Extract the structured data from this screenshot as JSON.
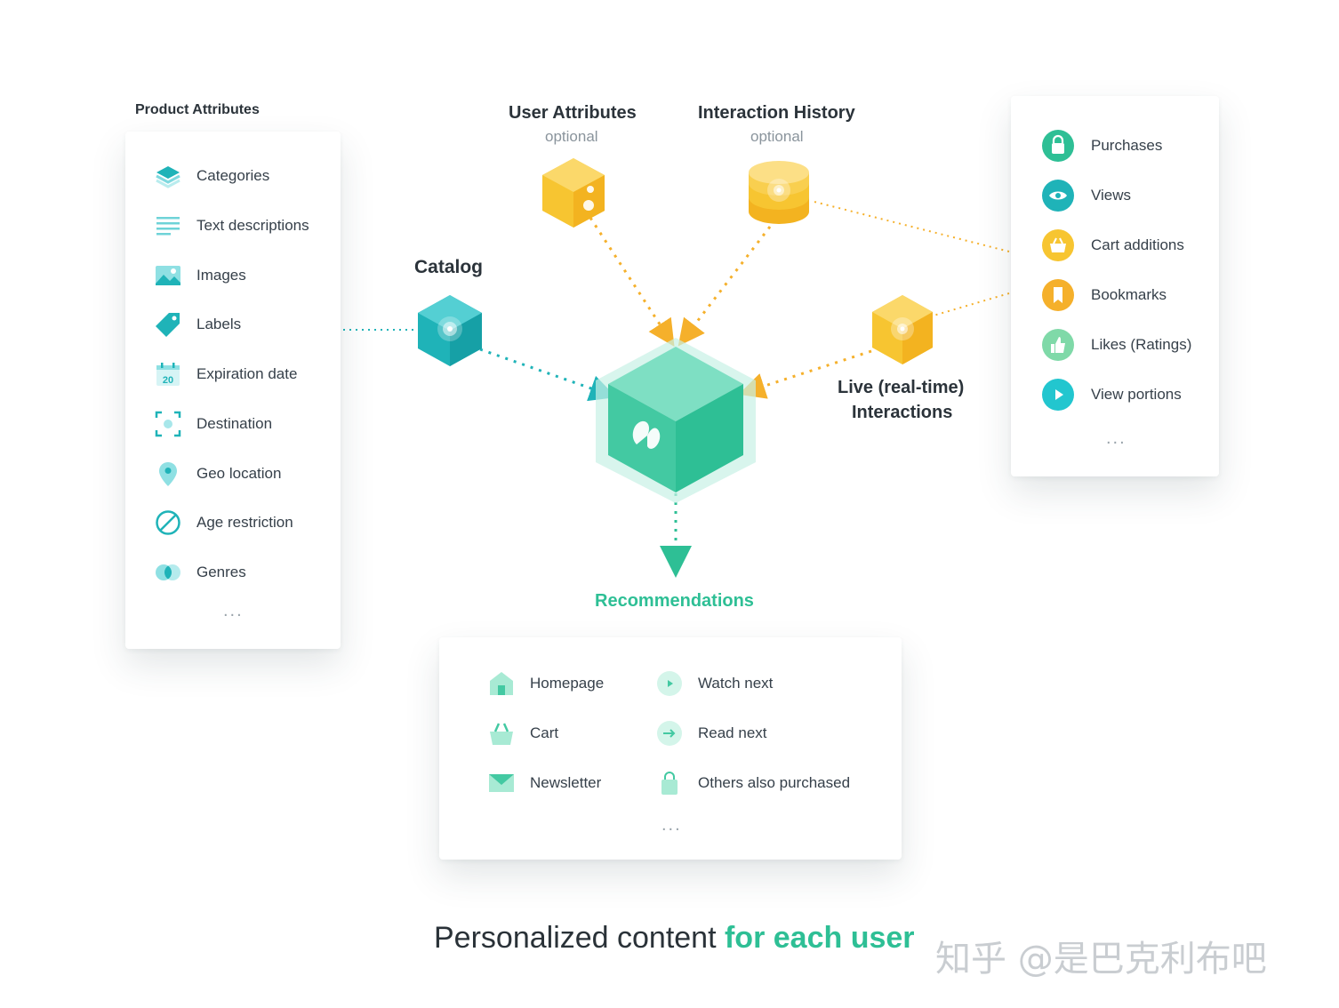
{
  "product_attributes": {
    "title": "Product Attributes",
    "items": [
      {
        "label": "Categories",
        "icon": "layers-icon"
      },
      {
        "label": "Text descriptions",
        "icon": "text-lines-icon"
      },
      {
        "label": "Images",
        "icon": "image-icon"
      },
      {
        "label": "Labels",
        "icon": "tag-icon"
      },
      {
        "label": "Expiration date",
        "icon": "calendar-icon",
        "badge": "20"
      },
      {
        "label": "Destination",
        "icon": "focus-target-icon"
      },
      {
        "label": "Geo location",
        "icon": "map-pin-icon"
      },
      {
        "label": "Age restriction",
        "icon": "prohibited-icon"
      },
      {
        "label": "Genres",
        "icon": "overlap-circles-icon"
      }
    ],
    "more": "..."
  },
  "inputs": {
    "user_attributes": {
      "title": "User Attributes",
      "subtitle": "optional"
    },
    "interaction_history": {
      "title": "Interaction History",
      "subtitle": "optional"
    },
    "catalog": {
      "title": "Catalog"
    },
    "live_interactions": {
      "title_line1": "Live (real-time)",
      "title_line2": "Interactions"
    }
  },
  "interactions": {
    "items": [
      {
        "label": "Purchases",
        "icon": "lock-bag-icon",
        "color": "#2ebf95"
      },
      {
        "label": "Views",
        "icon": "eye-icon",
        "color": "#1fb3b8"
      },
      {
        "label": "Cart additions",
        "icon": "basket-icon",
        "color": "#f7c531"
      },
      {
        "label": "Bookmarks",
        "icon": "bookmark-icon",
        "color": "#f5b02b"
      },
      {
        "label": "Likes (Ratings)",
        "icon": "thumbs-up-icon",
        "color": "#7fd9a8"
      },
      {
        "label": "View portions",
        "icon": "play-icon",
        "color": "#22c6cf"
      }
    ],
    "more": "..."
  },
  "output": {
    "title": "Recommendations",
    "items_left": [
      {
        "label": "Homepage",
        "icon": "house-icon"
      },
      {
        "label": "Cart",
        "icon": "basket-icon"
      },
      {
        "label": "Newsletter",
        "icon": "envelope-icon"
      }
    ],
    "items_right": [
      {
        "label": "Watch next",
        "icon": "play-icon"
      },
      {
        "label": "Read next",
        "icon": "arrow-right-icon"
      },
      {
        "label": "Others also purchased",
        "icon": "shopping-bag-icon"
      }
    ],
    "more": "..."
  },
  "caption": {
    "prefix": "Personalized content ",
    "accent": "for each user"
  },
  "watermark": "知乎 @是巴克利布吧",
  "colors": {
    "teal": "#2ebf95",
    "cyan": "#1fb3b8",
    "yellow": "#f7c531",
    "orange": "#f5b02b",
    "text": "#2f3a44"
  }
}
